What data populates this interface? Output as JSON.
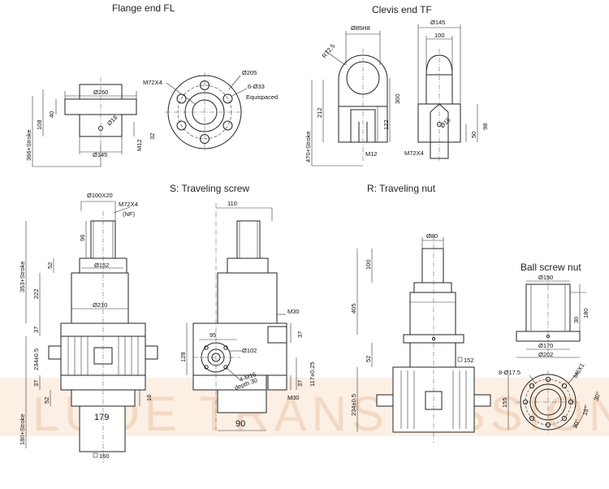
{
  "titles": {
    "flange_end": "Flange end FL",
    "clevis_end": "Clevis end TF",
    "traveling_screw": "S: Traveling screw",
    "traveling_nut": "R: Traveling nut",
    "ball_screw_nut": "Ball screw nut"
  },
  "flange": {
    "d260": "Ø260",
    "h40": "40",
    "h108": "108",
    "stroke366": "366+Stroke",
    "d18": "Ø18",
    "h32": "32",
    "m12": "M12",
    "d145": "Ø145",
    "m72": "M72X4",
    "d205": "Ø205",
    "holes": "6-Ø33",
    "equi": "Equispaced"
  },
  "clevis": {
    "d85": "Ø85H8",
    "r72": "R72.5",
    "h212": "212",
    "h300": "300",
    "h122": "122",
    "stroke470": "470+Stroke",
    "m12": "M12",
    "m72": "M72X4",
    "d145": "Ø145",
    "w100": "100",
    "d18": "Ø18",
    "h50": "50",
    "h98": "98"
  },
  "screw": {
    "d100": "Ø100X20",
    "m72": "M72X4",
    "nf": "(NF)",
    "h96": "96",
    "h52": "52",
    "d152": "Ø152",
    "h222": "222",
    "stroke353": "353+Stroke",
    "d210": "Ø210",
    "h37a": "37",
    "h234": "234±0.5",
    "h37b": "37",
    "h52b": "52",
    "h16": "16",
    "w179": "179",
    "stroke180": "180+Stroke",
    "sq160": "160",
    "w110": "110",
    "m30a": "M30",
    "w95": "95",
    "h37c": "37",
    "h128": "128",
    "d102": "Ø102",
    "m16": "4-M16",
    "depth": "depth 30",
    "h117": "117±0.25",
    "h37d": "37",
    "m30b": "M30",
    "w90": "90"
  },
  "nut": {
    "d80": "Ø80",
    "h100": "100",
    "h405": "405",
    "h52": "52",
    "sq152": "152",
    "h234": "234±0.5",
    "d150": "Ø150",
    "h180": "180",
    "h30": "30",
    "d170": "Ø170",
    "d202": "Ø202",
    "holes": "8-Ø17.5",
    "m6": "M6X1",
    "h155": "155",
    "a30": "30°",
    "a15": "15°",
    "a30b": "30°"
  },
  "watermark": "LUDE TRANSMISSION"
}
